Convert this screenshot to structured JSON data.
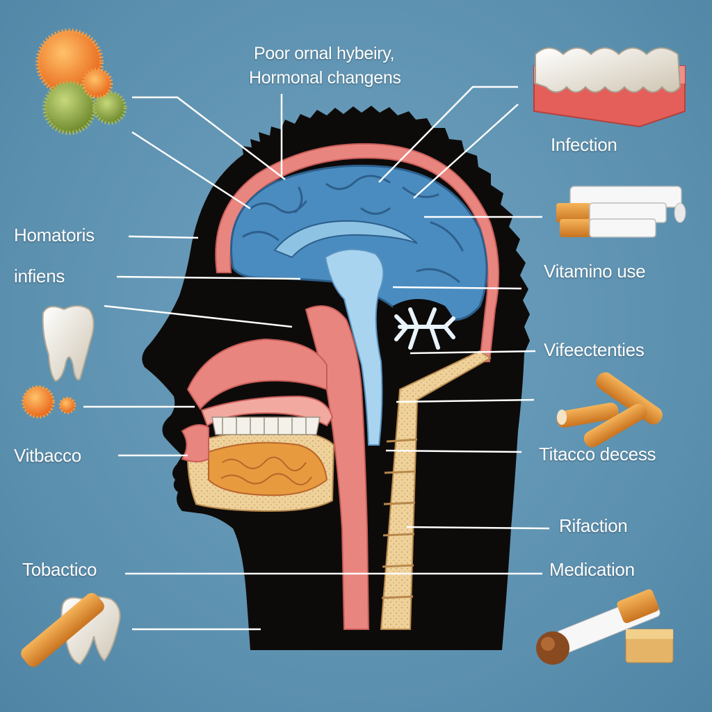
{
  "top_label": {
    "line1": "Poor ornal hybeiry,",
    "line2": "Hormonal changens"
  },
  "labels": {
    "infection": "Infection",
    "homatoris": "Homatoris",
    "infiens": "infiens",
    "vitamino_use": "Vitamino use",
    "vifeectenties": "Vifeectenties",
    "vitbacco": "Vitbacco",
    "titacco_decess": "Titacco decess",
    "rifaction": "Rifaction",
    "tobactico": "Tobactico",
    "medication": "Medication"
  },
  "colors": {
    "background": "#5f93b2",
    "silhouette": "#0d0b0a",
    "brain": "#4a8cc0",
    "tissue": "#e9857f",
    "bone": "#e9c58a",
    "leader_line": "#ffffff"
  },
  "icons": [
    "bacteria-icon",
    "teeth-block-icon",
    "cigarettes-icon",
    "tooth-icon",
    "cigars-icon",
    "cigarette-tooth-icon",
    "cigarette-sugar-icon"
  ]
}
